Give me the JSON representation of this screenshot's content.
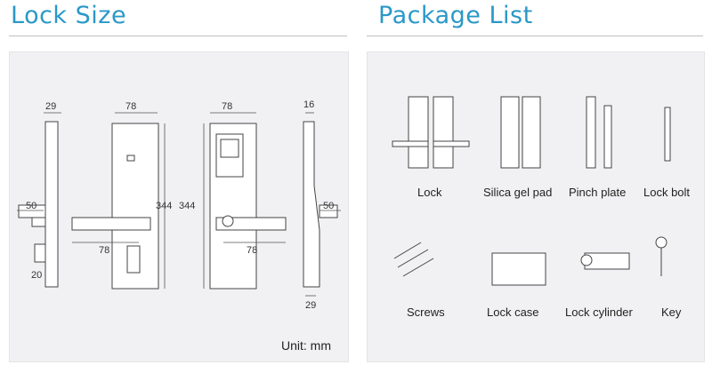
{
  "lock_size": {
    "title": "Lock Size",
    "unit": "Unit: mm",
    "dimensions": {
      "d29a": "29",
      "d78a": "78",
      "d78b": "78",
      "d16": "16",
      "d344a": "344",
      "d344b": "344",
      "d50a": "50",
      "d50b": "50",
      "d78c": "78",
      "d78d": "78",
      "d20": "20",
      "d29b": "29"
    }
  },
  "package_list": {
    "title": "Package List",
    "items": [
      "Lock",
      "Silica gel pad",
      "Pinch plate",
      "Lock bolt",
      "Screws",
      "Lock case",
      "Lock cylinder",
      "Key"
    ]
  },
  "colors": {
    "accent": "#2a98c8",
    "panel": "#f1f1f3"
  }
}
